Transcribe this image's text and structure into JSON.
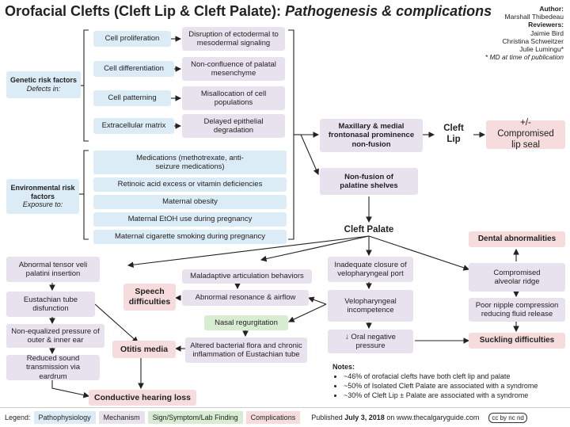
{
  "title": {
    "main": "Orofacial Clefts (Cleft Lip & Cleft Palate):",
    "sub": "Pathogenesis & complications"
  },
  "credits": {
    "author_label": "Author:",
    "author": "Marshall Thibedeau",
    "reviewers_label": "Reviewers:",
    "reviewer_1": "Jaimie Bird",
    "reviewer_2": "Christina Schweitzer",
    "reviewer_3": "Julie Lumingu*",
    "footnote": "* MD at time of publication"
  },
  "genetic": {
    "title": "Genetic risk factors",
    "subtitle": "Defects in:",
    "items": [
      {
        "cause": "Cell proliferation",
        "effect": "Disruption of ectodermal to mesodermal signaling"
      },
      {
        "cause": "Cell differentiation",
        "effect": "Non-confluence of palatal mesenchyme"
      },
      {
        "cause": "Cell patterning",
        "effect": "Misallocation of cell populations"
      },
      {
        "cause": "Extracellular matrix",
        "effect": "Delayed epithelial degradation"
      }
    ]
  },
  "environmental": {
    "title": "Environmental risk factors",
    "subtitle": "Exposure to:",
    "items": [
      "Medications (methotrexate, anti-seizure medications)",
      "Retinoic acid excess or vitamin deficiencies",
      "Maternal obesity",
      "Maternal EtOH use during pregnancy",
      "Maternal cigarette smoking during pregnancy"
    ]
  },
  "maxillary": "Maxillary & medial frontonasal prominence non-fusion",
  "palatine": "Non-fusion of palatine shelves",
  "cleft_lip": "Cleft Lip",
  "lip_seal": "+/- Compromised lip seal",
  "cleft_palate": "Cleft Palate",
  "left_col": {
    "tensor": "Abnormal tensor veli palatini insertion",
    "eustachian": "Eustachian tube disfunction",
    "pressure": "Non-equalized pressure of outer & inner ear",
    "reduced": "Reduced sound transmission via eardrum"
  },
  "speech": "Speech difficulties",
  "otitis": "Otitis media",
  "conductive": "Conductive hearing loss",
  "mid_col": {
    "maladaptive": "Maladaptive articulation behaviors",
    "resonance": "Abnormal resonance & airflow",
    "regurg": "Nasal regurgitation",
    "flora": "Altered bacterial flora and chronic inflammation of Eustachian tube"
  },
  "vp_col": {
    "closure": "Inadequate closure of velopharyngeal port",
    "incompetence": "Velopharyngeal incompetence",
    "oral_pressure": "↓ Oral negative pressure"
  },
  "right_col": {
    "dental": "Dental abnormalities",
    "alveolar": "Compromised alveolar ridge",
    "nipple": "Poor nipple compression reducing fluid release",
    "suckling": "Suckling difficulties"
  },
  "notes": {
    "title": "Notes:",
    "items": [
      "~46% of orofacial clefts have both cleft lip and palate",
      "~50% of Isolated Cleft Palate are associated with a syndrome",
      "~30% of Cleft Lip ± Palate are associated with a syndrome"
    ]
  },
  "legend": {
    "label": "Legend:",
    "patho": "Pathophysiology",
    "mech": "Mechanism",
    "sign": "Sign/Symptom/Lab Finding",
    "comp": "Complications",
    "published_prefix": "Published",
    "published_date": "July 3, 2018",
    "published_suffix": "on www.thecalgaryguide.com",
    "license": "cc by nc nd"
  },
  "colors": {
    "patho": "#dcecf6",
    "mech": "#e8e2ee",
    "sign": "#d8ecd2",
    "comp": "#f6dcdc"
  }
}
